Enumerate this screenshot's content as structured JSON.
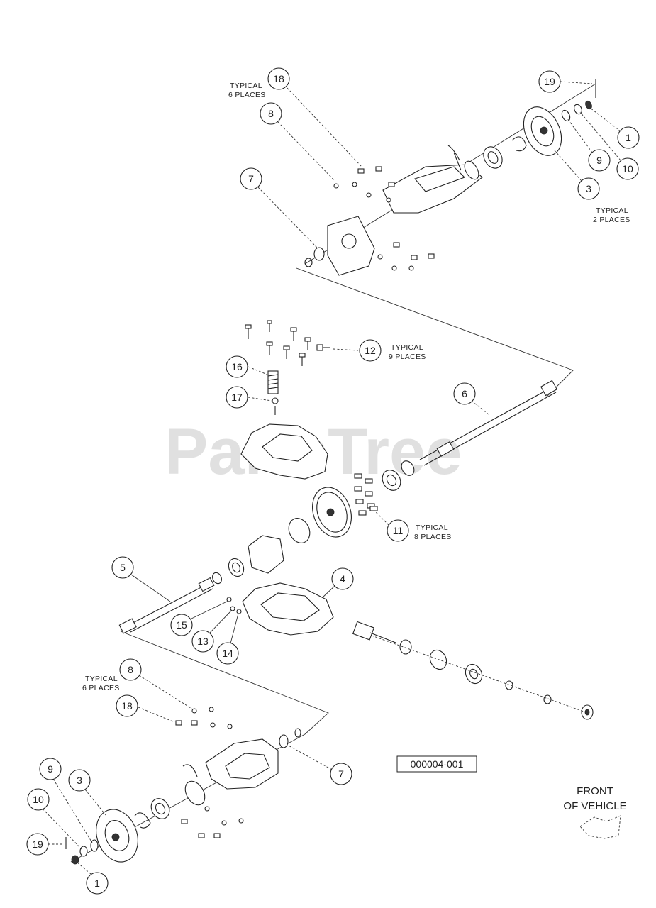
{
  "watermark": "PartsTree",
  "diagram_code": "000004-001",
  "front_label_line1": "FRONT",
  "front_label_line2": "OF VEHICLE",
  "notes": {
    "typical_6_places_top_a": "TYPICAL",
    "typical_6_places_top_b": "6 PLACES",
    "typical_2_places_a": "TYPICAL",
    "typical_2_places_b": "2 PLACES",
    "typical_9_places_a": "TYPICAL",
    "typical_9_places_b": "9 PLACES",
    "typical_8_places_a": "TYPICAL",
    "typical_8_places_b": "8 PLACES",
    "typical_6_places_bottom_a": "TYPICAL",
    "typical_6_places_bottom_b": "6 PLACES"
  },
  "callouts": {
    "c18_top": "18",
    "c8_top": "8",
    "c7_top": "7",
    "c19_top": "19",
    "c1_top": "1",
    "c9_top": "9",
    "c10_top": "10",
    "c3_top": "3",
    "c12": "12",
    "c16": "16",
    "c17": "17",
    "c6": "6",
    "c11": "11",
    "c5": "5",
    "c4": "4",
    "c15": "15",
    "c13": "13",
    "c14": "14",
    "c8_bottom": "8",
    "c18_bottom": "18",
    "c7_bottom": "7",
    "c9_bottom": "9",
    "c3_bottom": "3",
    "c10_bottom": "10",
    "c19_bottom": "19",
    "c1_bottom": "1"
  }
}
